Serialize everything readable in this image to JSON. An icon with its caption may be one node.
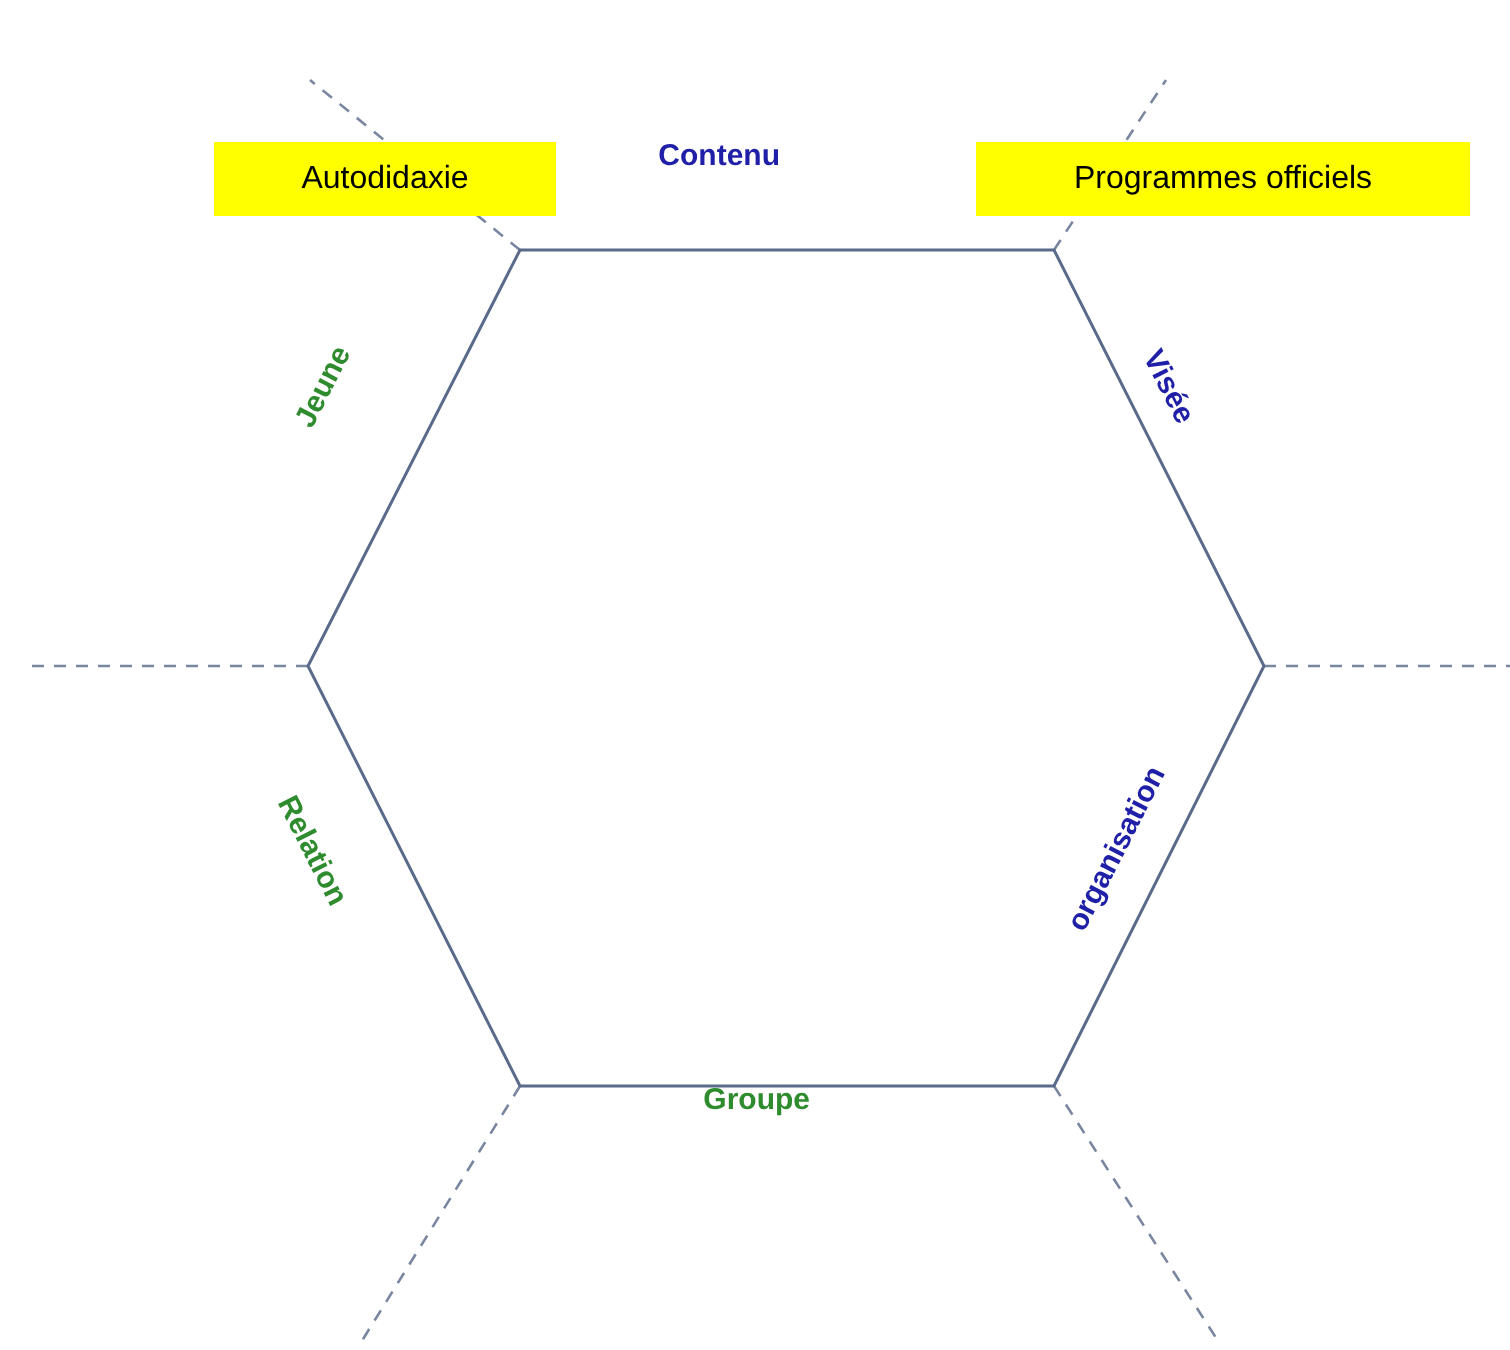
{
  "diagram": {
    "nodes": [
      {
        "text": [
          "Autodidaxie"
        ]
      },
      {
        "text": [
          "Programmes officiels"
        ]
      }
    ],
    "labels": [
      "Contenu",
      "Jeune",
      "Visée",
      "Relation",
      "organisation",
      "Groupe"
    ]
  }
}
